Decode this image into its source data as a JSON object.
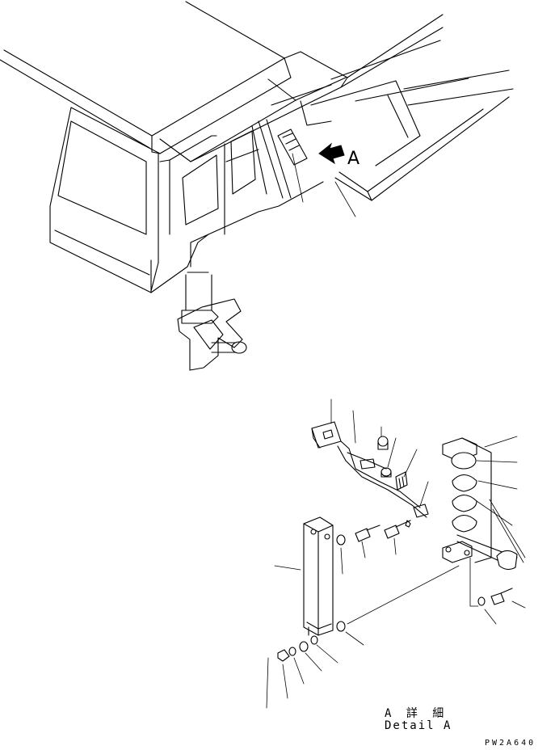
{
  "view_marker": "A",
  "detail_caption": {
    "japanese": "A 詳 細",
    "english": "Detail A"
  },
  "drawing_code": "PW2A640"
}
